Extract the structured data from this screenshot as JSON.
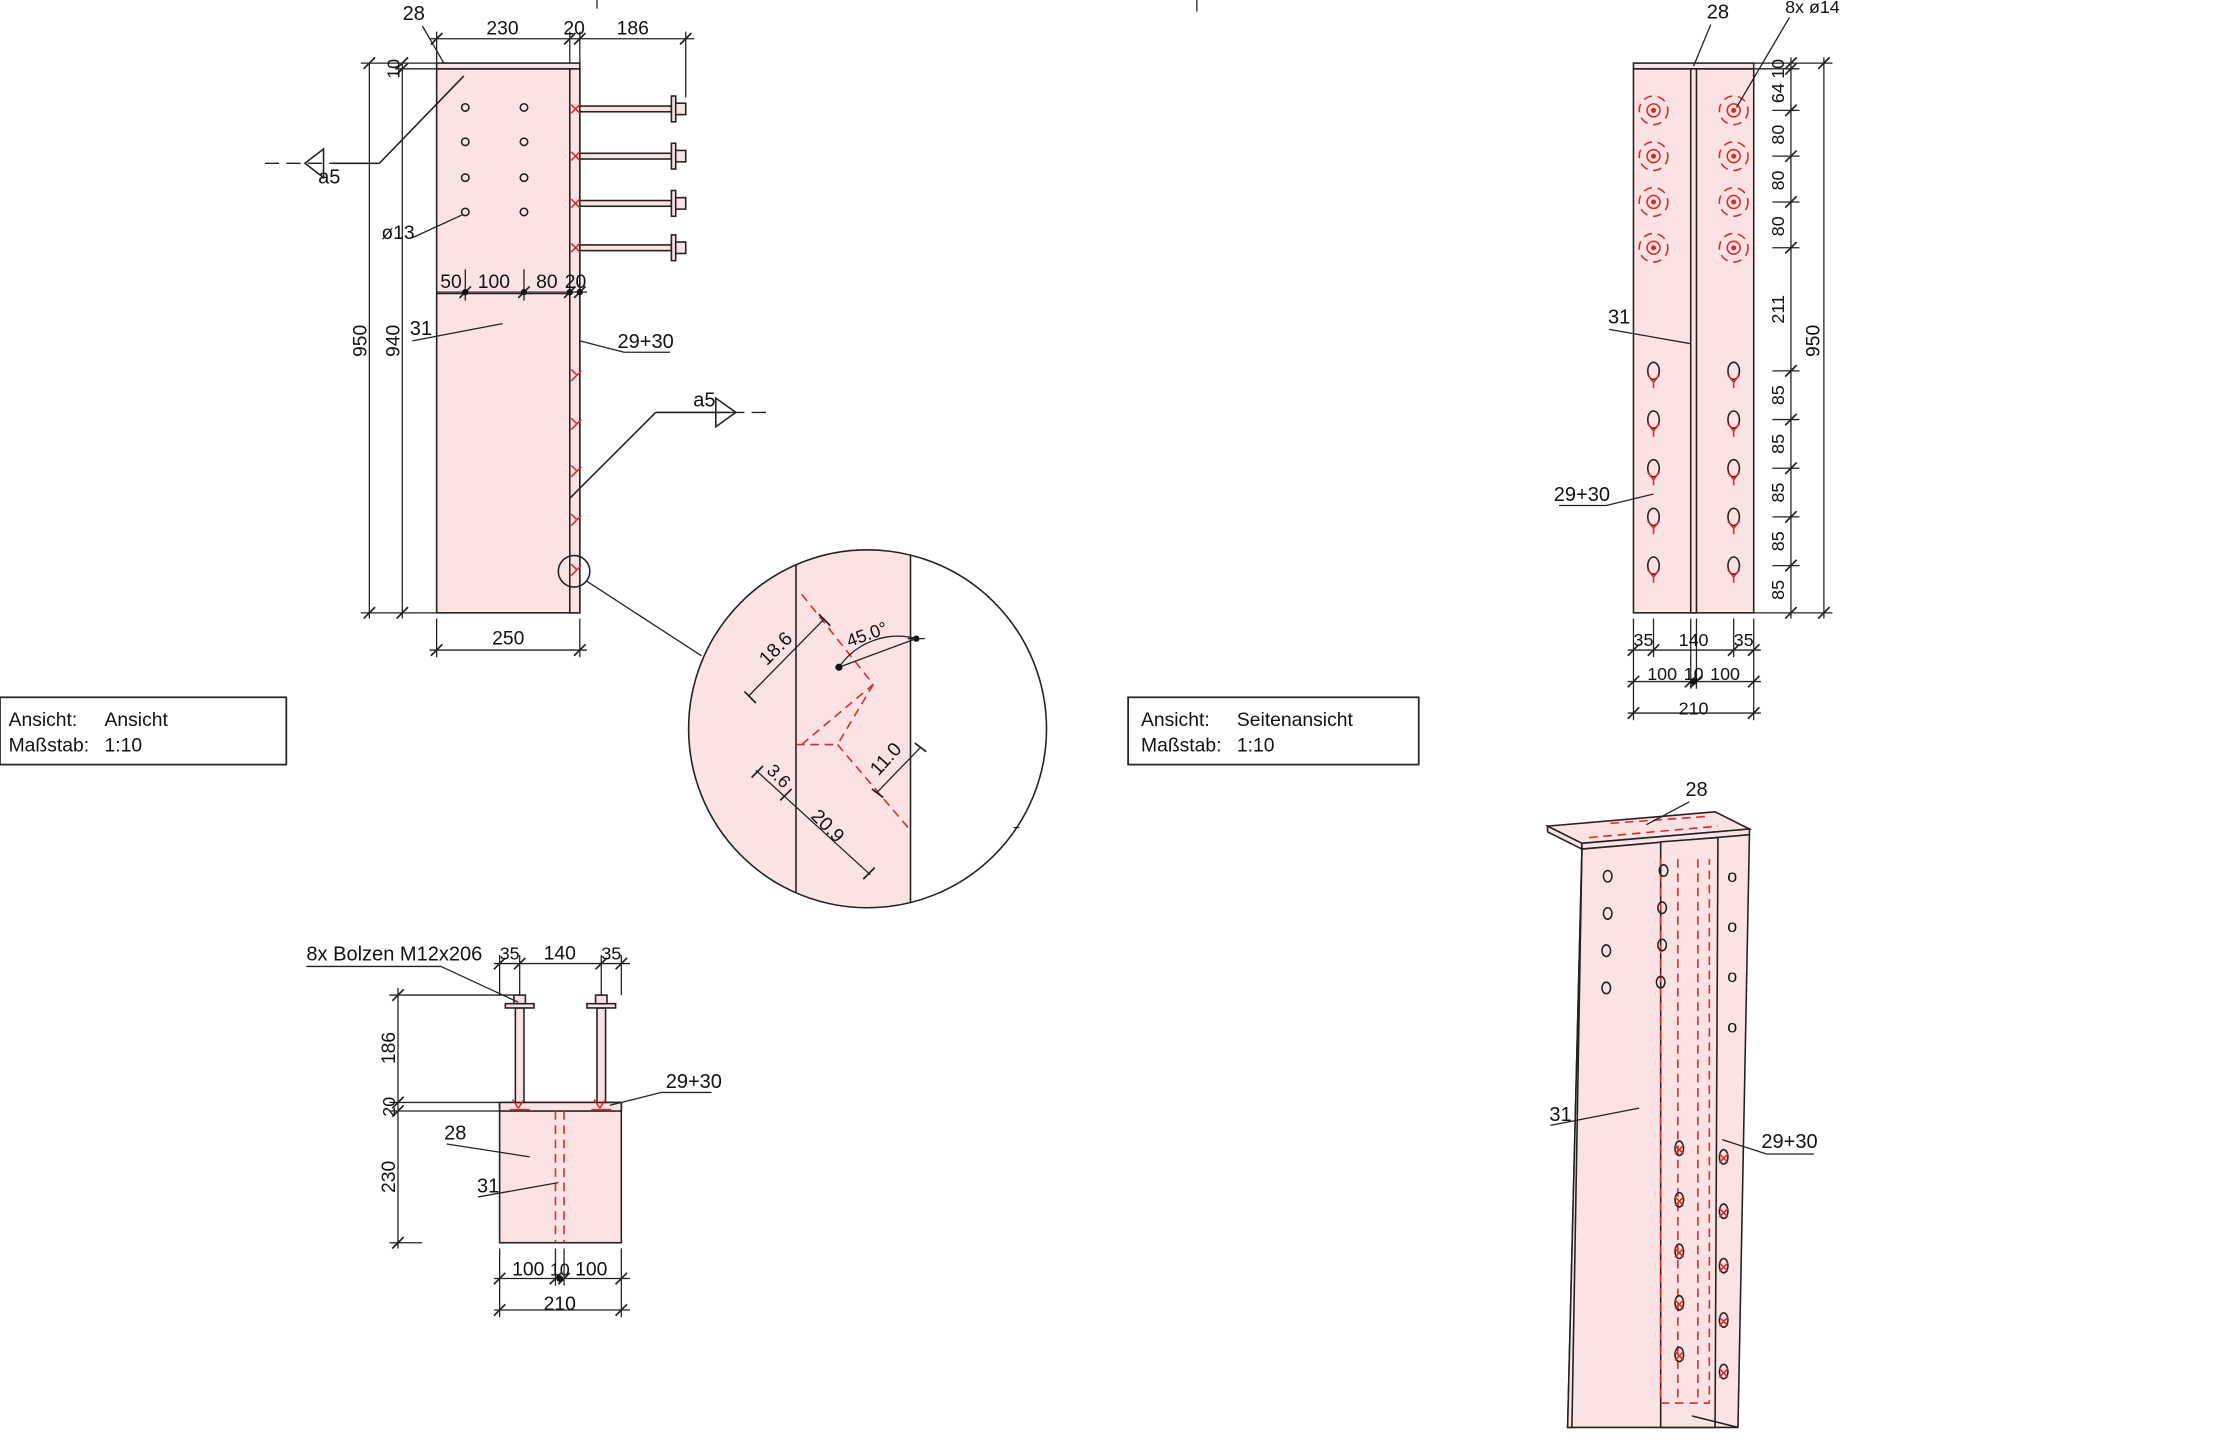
{
  "views": {
    "front": {
      "dims": {
        "top_230": "230",
        "top_20": "20",
        "top_186": "186",
        "h_950": "950",
        "h_940": "940",
        "h_10": "10",
        "b_50": "50",
        "b_100": "100",
        "b_80": "80",
        "b_20": "20",
        "w_250": "250"
      },
      "labels": {
        "p28": "28",
        "p31": "31",
        "p2930": "29+30",
        "hole": "ø13",
        "weld1": "a5",
        "weld2": "a5"
      }
    },
    "detail": {
      "dims": {
        "d186": "18.6",
        "a45": "45.0°",
        "d110": "11.0",
        "d36": "3.6",
        "d209": "20.9"
      }
    },
    "plan": {
      "callout": "8x Bolzen M12x206",
      "dims": {
        "t35a": "35",
        "t140": "140",
        "t35b": "35",
        "v186": "186",
        "v20": "20",
        "v230": "230",
        "b100a": "100",
        "b10": "10",
        "b100b": "100",
        "b210": "210"
      },
      "labels": {
        "p2930": "29+30",
        "p28": "28",
        "p31": "31"
      }
    },
    "side": {
      "dims": {
        "v10": "10",
        "v64": "64",
        "v80a": "80",
        "v80b": "80",
        "v80c": "80",
        "v211": "211",
        "v85a": "85",
        "v85b": "85",
        "v85c": "85",
        "v85d": "85",
        "v85e": "85",
        "v950": "950",
        "b35a": "35",
        "b140": "140",
        "b35b": "35",
        "b100a": "100",
        "b10": "10",
        "b100b": "100",
        "b210": "210"
      },
      "labels": {
        "p28": "28",
        "holes": "8x ø14",
        "p31": "31",
        "p2930": "29+30"
      }
    },
    "iso": {
      "labels": {
        "p28": "28",
        "p31": "31",
        "p2930": "29+30"
      }
    }
  },
  "title_blocks": [
    {
      "label1": "Ansicht:",
      "value1": "Ansicht",
      "label2": "Maßstab:",
      "value2": "1:10"
    },
    {
      "label1": "Ansicht:",
      "value1": "Seitenansicht",
      "label2": "Maßstab:",
      "value2": "1:10"
    }
  ],
  "colors": {
    "part_fill": "#fbe3e3",
    "weld_red": "#e0282b",
    "line": "#222222"
  }
}
